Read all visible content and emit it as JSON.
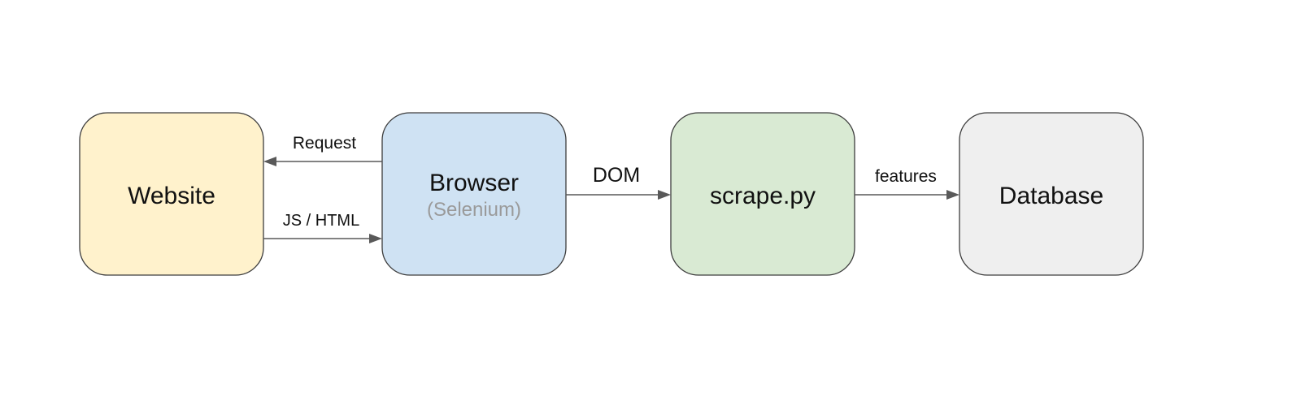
{
  "nodes": {
    "website": {
      "label": "Website",
      "fill": "#fff2cc"
    },
    "browser": {
      "label": "Browser",
      "sublabel": "(Selenium)",
      "fill": "#cfe2f3"
    },
    "scrape": {
      "label": "scrape.py",
      "fill": "#d9ead3"
    },
    "database": {
      "label": "Database",
      "fill": "#efefef"
    }
  },
  "edges": {
    "request": {
      "label": "Request"
    },
    "js_html": {
      "label": "JS / HTML"
    },
    "dom": {
      "label": "DOM"
    },
    "features": {
      "label": "features"
    }
  },
  "colors": {
    "border": "#3d3d3d",
    "arrow": "#595959",
    "text": "#111111",
    "subtext": "#9a9a9a"
  }
}
